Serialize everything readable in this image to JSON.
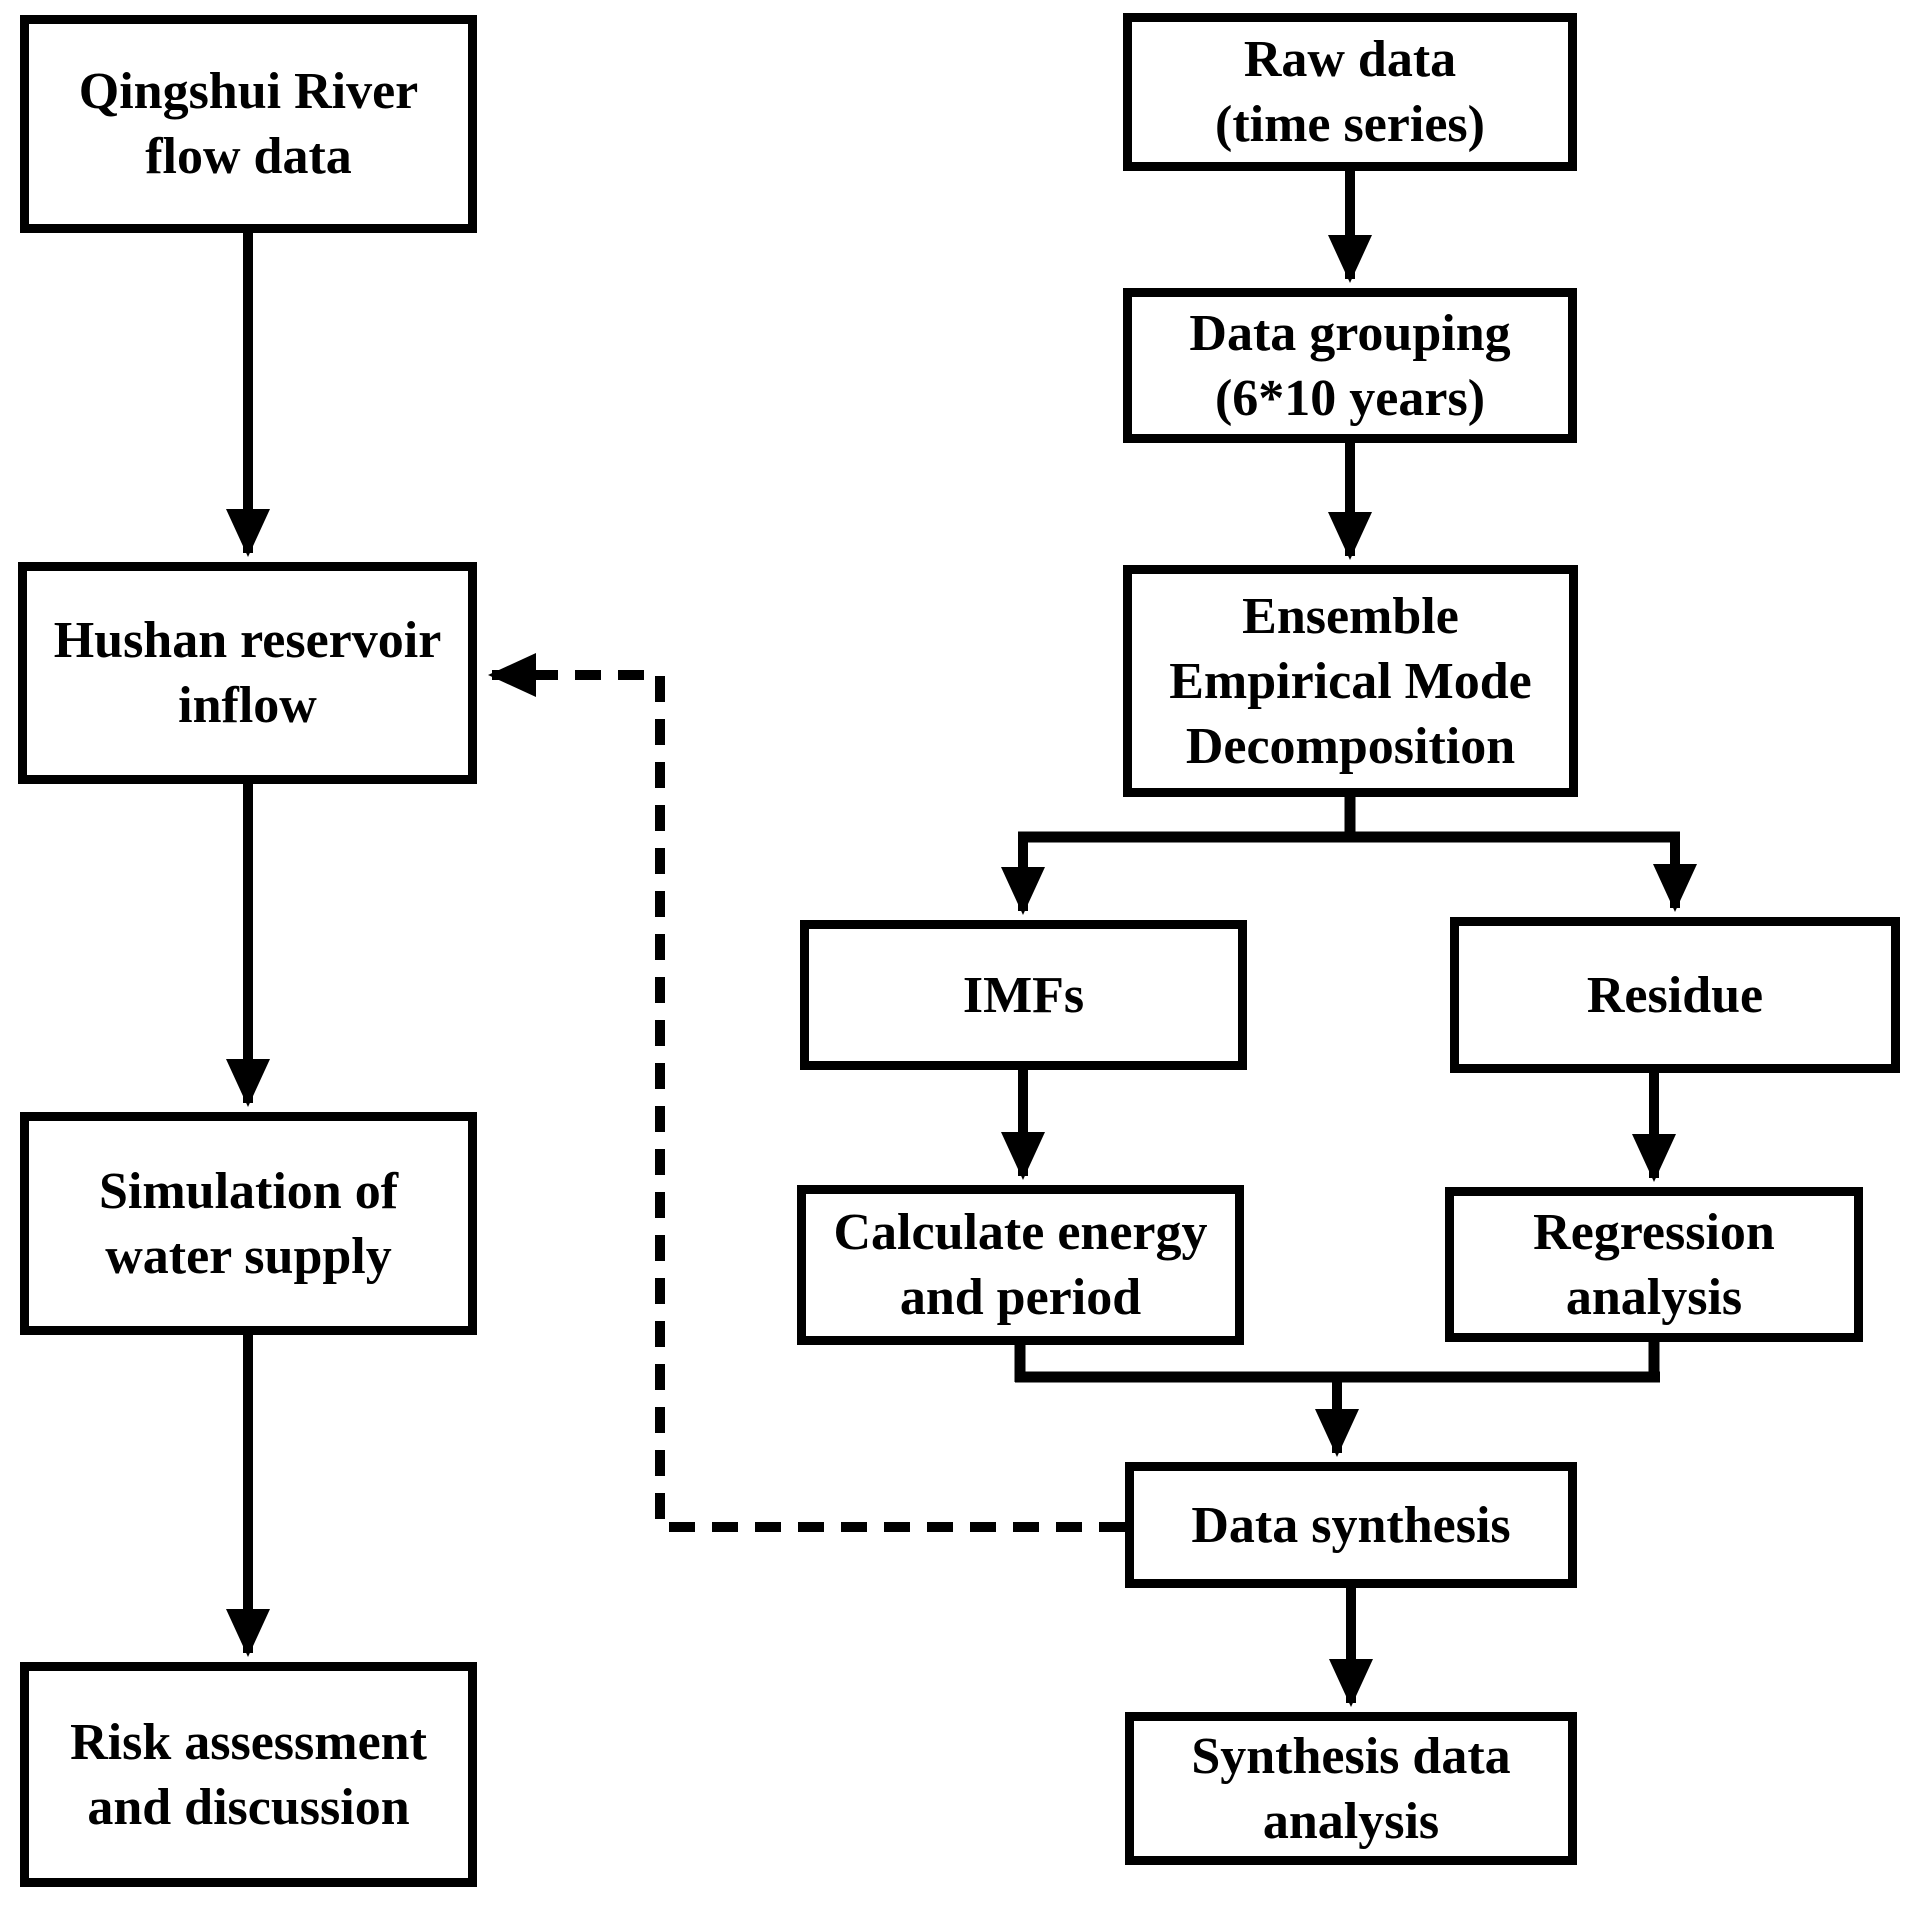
{
  "colors": {
    "ink": "#000000",
    "background": "#ffffff"
  },
  "nodes": {
    "qingshui_river": {
      "label": "Qingshui River\nflow data"
    },
    "hushan_inflow": {
      "label": "Hushan reservoir\ninflow"
    },
    "simulation": {
      "label": "Simulation of\nwater supply"
    },
    "risk_assessment": {
      "label": "Risk assessment\nand discussion"
    },
    "raw_data": {
      "label": "Raw data\n(time series)"
    },
    "data_grouping": {
      "label": "Data grouping\n(6*10 years)"
    },
    "eemd": {
      "label": "Ensemble\nEmpirical Mode\nDecomposition"
    },
    "imfs": {
      "label": "IMFs"
    },
    "residue": {
      "label": "Residue"
    },
    "calculate_energy": {
      "label": "Calculate energy\nand period"
    },
    "regression": {
      "label": "Regression\nanalysis"
    },
    "data_synthesis": {
      "label": "Data synthesis"
    },
    "synthesis_analysis": {
      "label": "Synthesis data\nanalysis"
    }
  },
  "edges": [
    {
      "from": "qingshui_river",
      "to": "hushan_inflow",
      "style": "solid-arrow"
    },
    {
      "from": "hushan_inflow",
      "to": "simulation",
      "style": "solid-arrow"
    },
    {
      "from": "simulation",
      "to": "risk_assessment",
      "style": "solid-arrow"
    },
    {
      "from": "raw_data",
      "to": "data_grouping",
      "style": "solid-arrow"
    },
    {
      "from": "data_grouping",
      "to": "eemd",
      "style": "solid-arrow"
    },
    {
      "from": "eemd",
      "to": "imfs",
      "style": "solid-arrow"
    },
    {
      "from": "eemd",
      "to": "residue",
      "style": "solid-arrow"
    },
    {
      "from": "imfs",
      "to": "calculate_energy",
      "style": "solid-arrow"
    },
    {
      "from": "residue",
      "to": "regression",
      "style": "solid-arrow"
    },
    {
      "from": "calculate_energy",
      "to": "data_synthesis",
      "style": "solid-arrow"
    },
    {
      "from": "regression",
      "to": "data_synthesis",
      "style": "solid-arrow"
    },
    {
      "from": "data_synthesis",
      "to": "synthesis_analysis",
      "style": "solid-arrow"
    },
    {
      "from": "data_synthesis",
      "to": "hushan_inflow",
      "style": "dashed-arrow"
    }
  ]
}
